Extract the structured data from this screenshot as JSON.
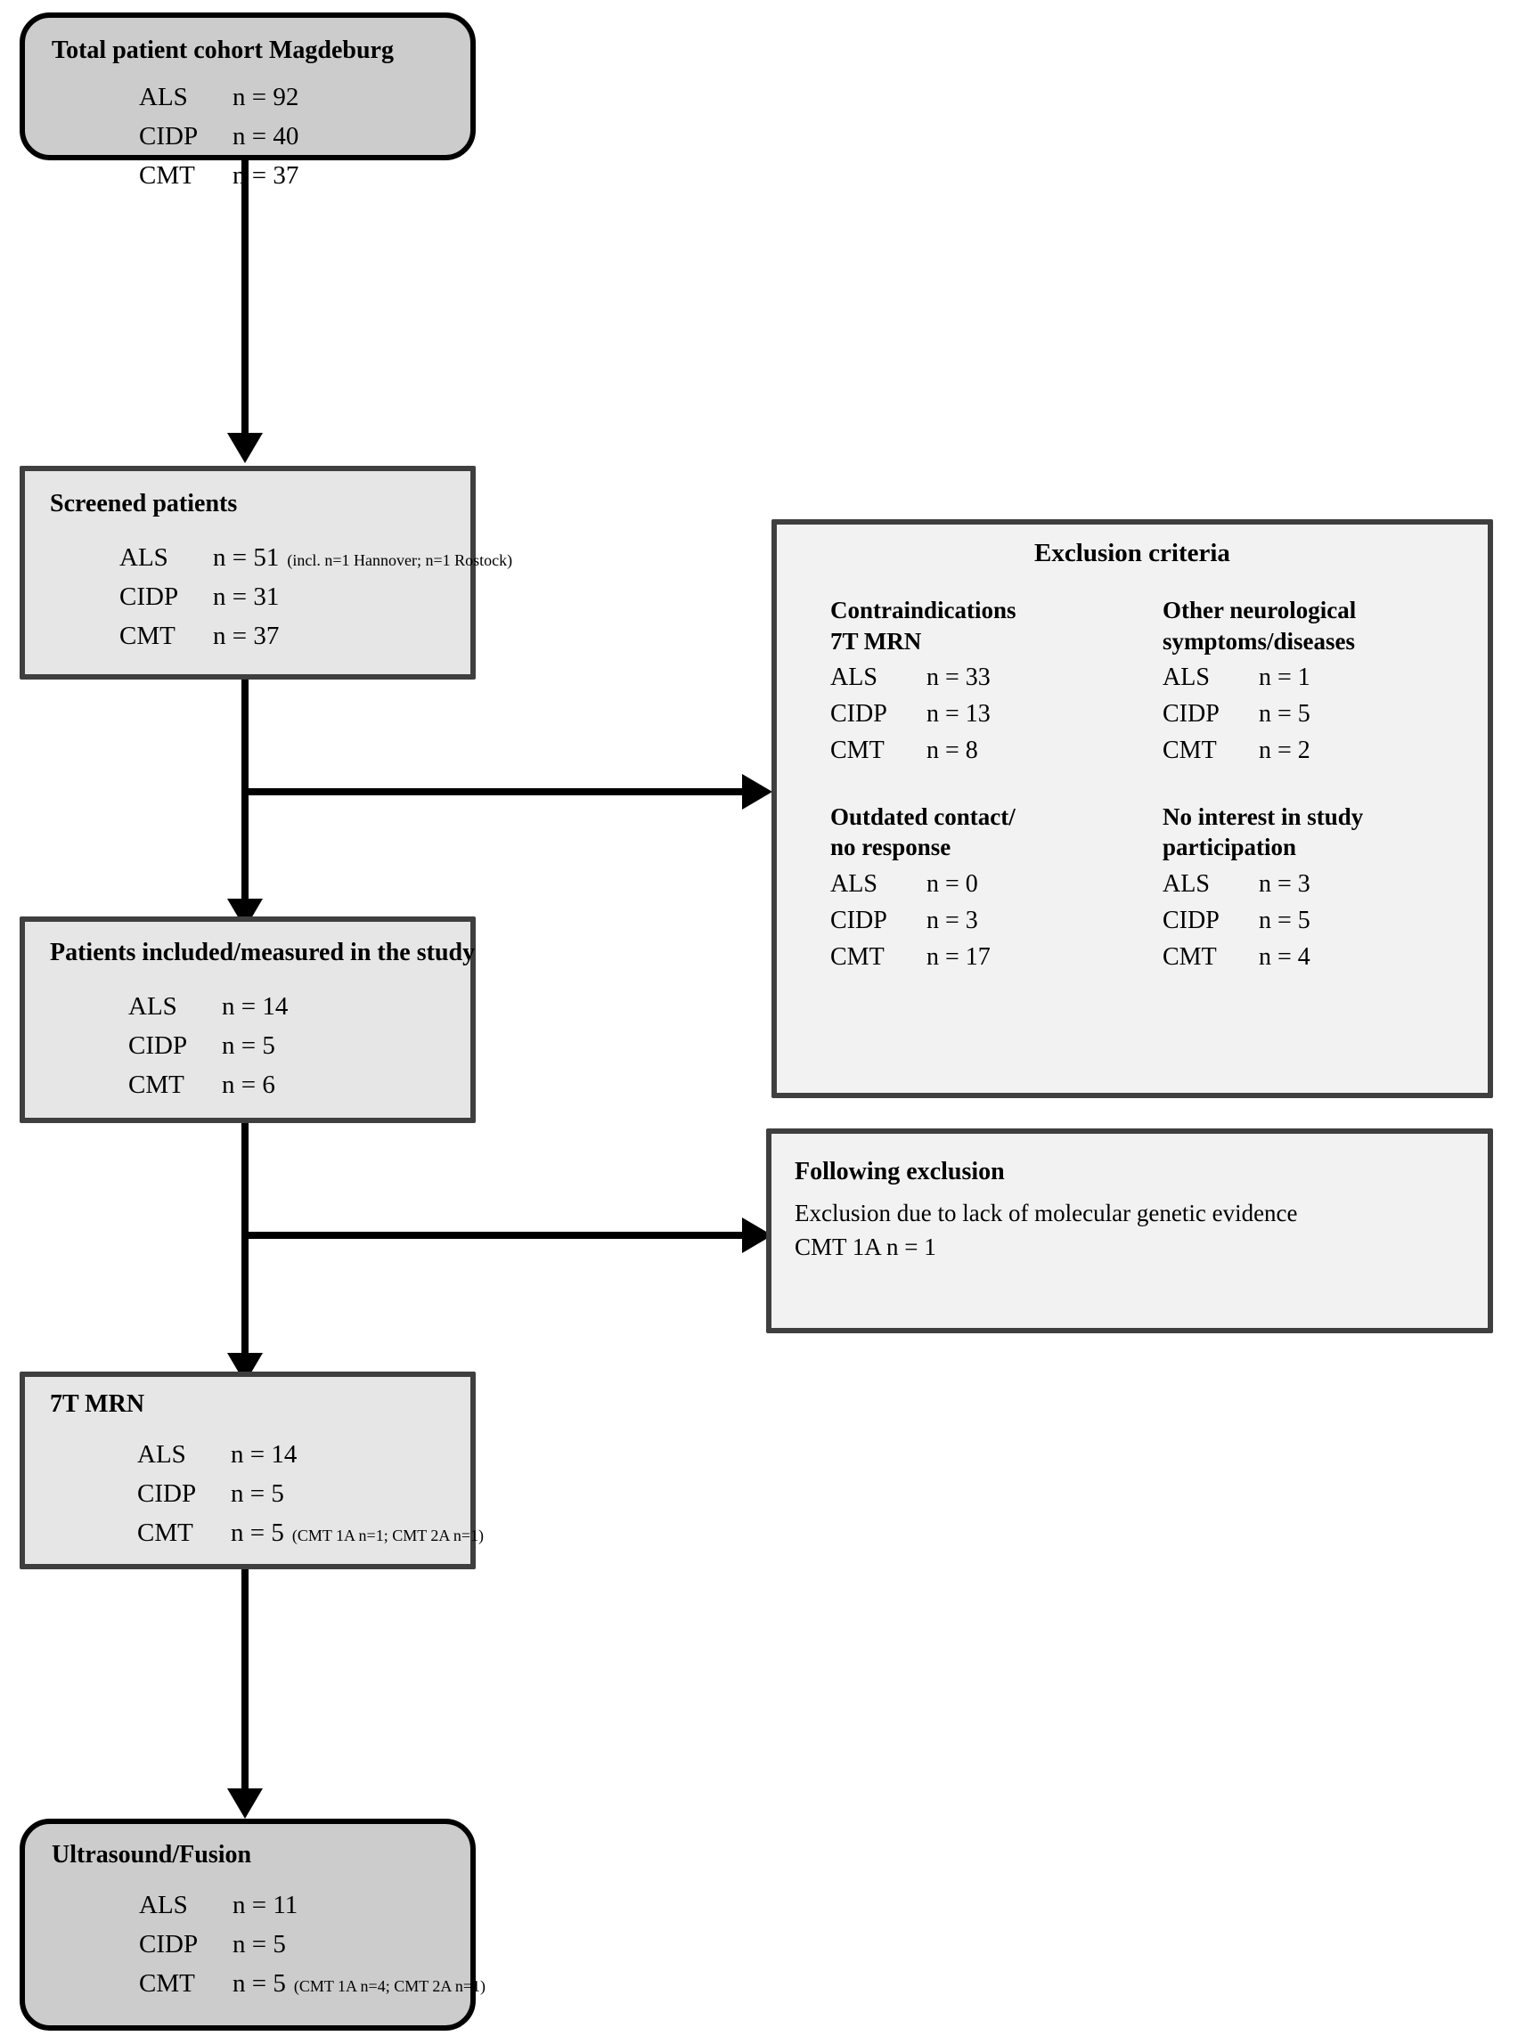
{
  "figure": {
    "type": "flowchart",
    "title": "Patient cohort selection flow"
  },
  "colors": {
    "rounded_box_fill": "#cccccc",
    "rounded_box_border": "#000000",
    "dark_box_fill": "#e6e6e6",
    "light_box_fill": "#f2f2f2",
    "box_border": "#3f3f3f",
    "connector": "#000000"
  },
  "boxes": {
    "total_cohort": {
      "title": "Total patient cohort Magdeburg",
      "rows": [
        {
          "label": "ALS",
          "value": "n = 92",
          "note": ""
        },
        {
          "label": "CIDP",
          "value": "n = 40",
          "note": ""
        },
        {
          "label": "CMT",
          "value": "n = 37",
          "note": ""
        }
      ]
    },
    "screened": {
      "title": "Screened patients",
      "rows": [
        {
          "label": "ALS",
          "value": "n = 51",
          "note": "(incl. n=1 Hannover; n=1 Rostock)"
        },
        {
          "label": "CIDP",
          "value": "n = 31",
          "note": ""
        },
        {
          "label": "CMT",
          "value": "n = 37",
          "note": ""
        }
      ]
    },
    "included": {
      "title": "Patients included/measured in the study",
      "rows": [
        {
          "label": "ALS",
          "value": "n = 14",
          "note": ""
        },
        {
          "label": "CIDP",
          "value": "n = 5",
          "note": ""
        },
        {
          "label": "CMT",
          "value": "n = 6",
          "note": ""
        }
      ]
    },
    "mrn": {
      "title": "7T MRN",
      "rows": [
        {
          "label": "ALS",
          "value": "n = 14",
          "note": ""
        },
        {
          "label": "CIDP",
          "value": "n = 5",
          "note": ""
        },
        {
          "label": "CMT",
          "value": "n = 5",
          "note": "(CMT 1A n=1; CMT 2A n=1)"
        }
      ]
    },
    "ultrasound": {
      "title": "Ultrasound/Fusion",
      "rows": [
        {
          "label": "ALS",
          "value": "n = 11",
          "note": ""
        },
        {
          "label": "CIDP",
          "value": "n = 5",
          "note": ""
        },
        {
          "label": "CMT",
          "value": "n = 5",
          "note": "(CMT 1A n=4; CMT 2A n=1)"
        }
      ]
    },
    "exclusion_criteria": {
      "title": "Exclusion criteria",
      "groups": [
        {
          "heading_line1": "Contraindications",
          "heading_line2": "7T MRN",
          "rows": [
            {
              "label": "ALS",
              "value": "n = 33"
            },
            {
              "label": "CIDP",
              "value": "n = 13"
            },
            {
              "label": "CMT",
              "value": "n = 8"
            }
          ]
        },
        {
          "heading_line1": "Other neurological",
          "heading_line2": "symptoms/diseases",
          "rows": [
            {
              "label": "ALS",
              "value": "n = 1"
            },
            {
              "label": "CIDP",
              "value": "n = 5"
            },
            {
              "label": "CMT",
              "value": "n = 2"
            }
          ]
        },
        {
          "heading_line1": "Outdated contact/",
          "heading_line2": "no response",
          "rows": [
            {
              "label": "ALS",
              "value": "n = 0"
            },
            {
              "label": "CIDP",
              "value": "n = 3"
            },
            {
              "label": "CMT",
              "value": "n = 17"
            }
          ]
        },
        {
          "heading_line1": "No interest in study",
          "heading_line2": "participation",
          "rows": [
            {
              "label": "ALS",
              "value": "n = 3"
            },
            {
              "label": "CIDP",
              "value": "n = 5"
            },
            {
              "label": "CMT",
              "value": "n = 4"
            }
          ]
        }
      ]
    },
    "following_exclusion": {
      "title": "Following exclusion",
      "line1": "Exclusion due to lack of molecular genetic evidence",
      "line2": "CMT 1A n = 1"
    }
  }
}
